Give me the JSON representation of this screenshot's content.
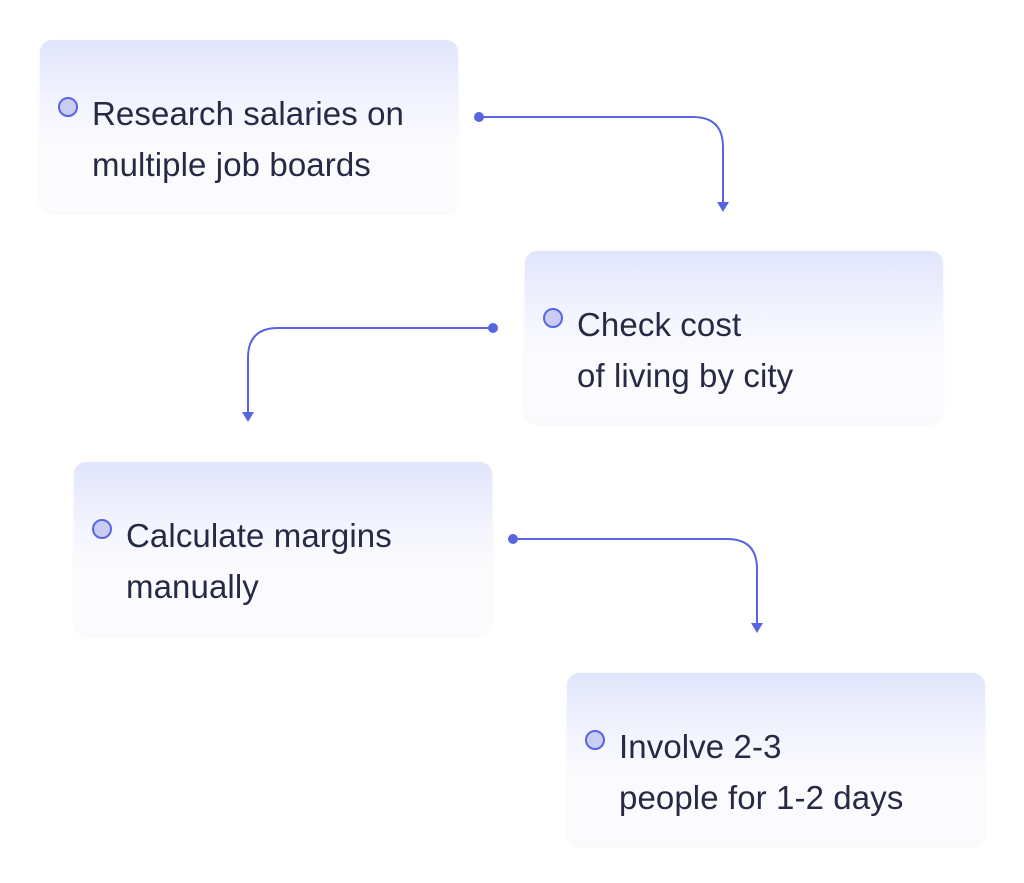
{
  "flow": {
    "accent_color": "#5766e0",
    "steps": [
      {
        "lines": [
          "Research salaries on",
          "multiple job boards"
        ]
      },
      {
        "lines": [
          "Check cost",
          "of living by city"
        ]
      },
      {
        "lines": [
          "Calculate margins",
          "manually"
        ]
      },
      {
        "lines": [
          "Involve 2-3",
          "people for 1-2 days"
        ]
      }
    ]
  }
}
